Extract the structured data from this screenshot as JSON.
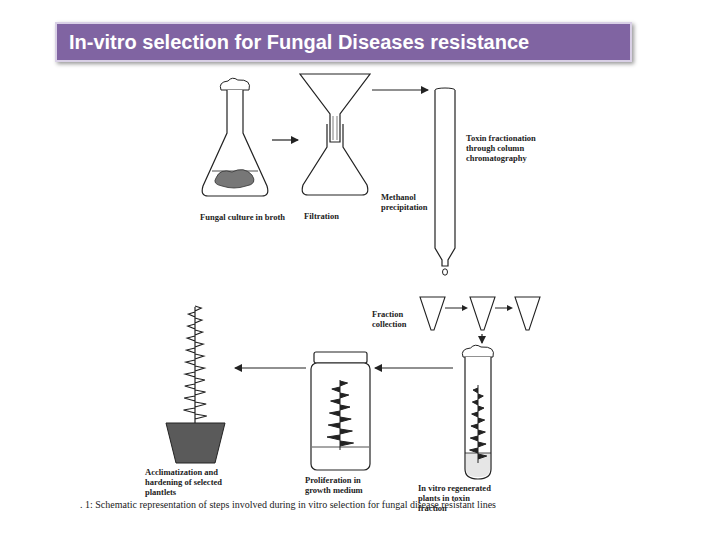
{
  "diagram": {
    "title": "In-vitro selection for Fungal Diseases resistance",
    "caption": ". 1: Schematic representation of steps involved during in vitro selection for fungal disease resistant lines",
    "nodes": [
      {
        "text": [
          "Fungal culture in broth"
        ]
      },
      {
        "text": [
          "Filtration"
        ]
      },
      {
        "text": [
          "Toxin fractionation through column chromatography"
        ]
      },
      {
        "text": [
          "Fraction collection"
        ]
      },
      {
        "text": [
          "In vitro regenerated plants in toxin fraction"
        ]
      },
      {
        "text": [
          "Proliferation in growth medium"
        ]
      },
      {
        "text": [
          "Acclimatization and hardening of selected plantlets"
        ]
      }
    ],
    "edges": [
      {
        "from": 0,
        "to": 1,
        "arrow": "to"
      },
      {
        "from": 1,
        "to": 2,
        "arrow": "to"
      },
      {
        "from": 3,
        "to": 4,
        "arrow": "to"
      },
      {
        "from": 4,
        "to": 5,
        "arrow": "to"
      },
      {
        "from": 5,
        "to": 6,
        "arrow": "to"
      }
    ],
    "labels": [
      "Methanol precipitation"
    ]
  }
}
